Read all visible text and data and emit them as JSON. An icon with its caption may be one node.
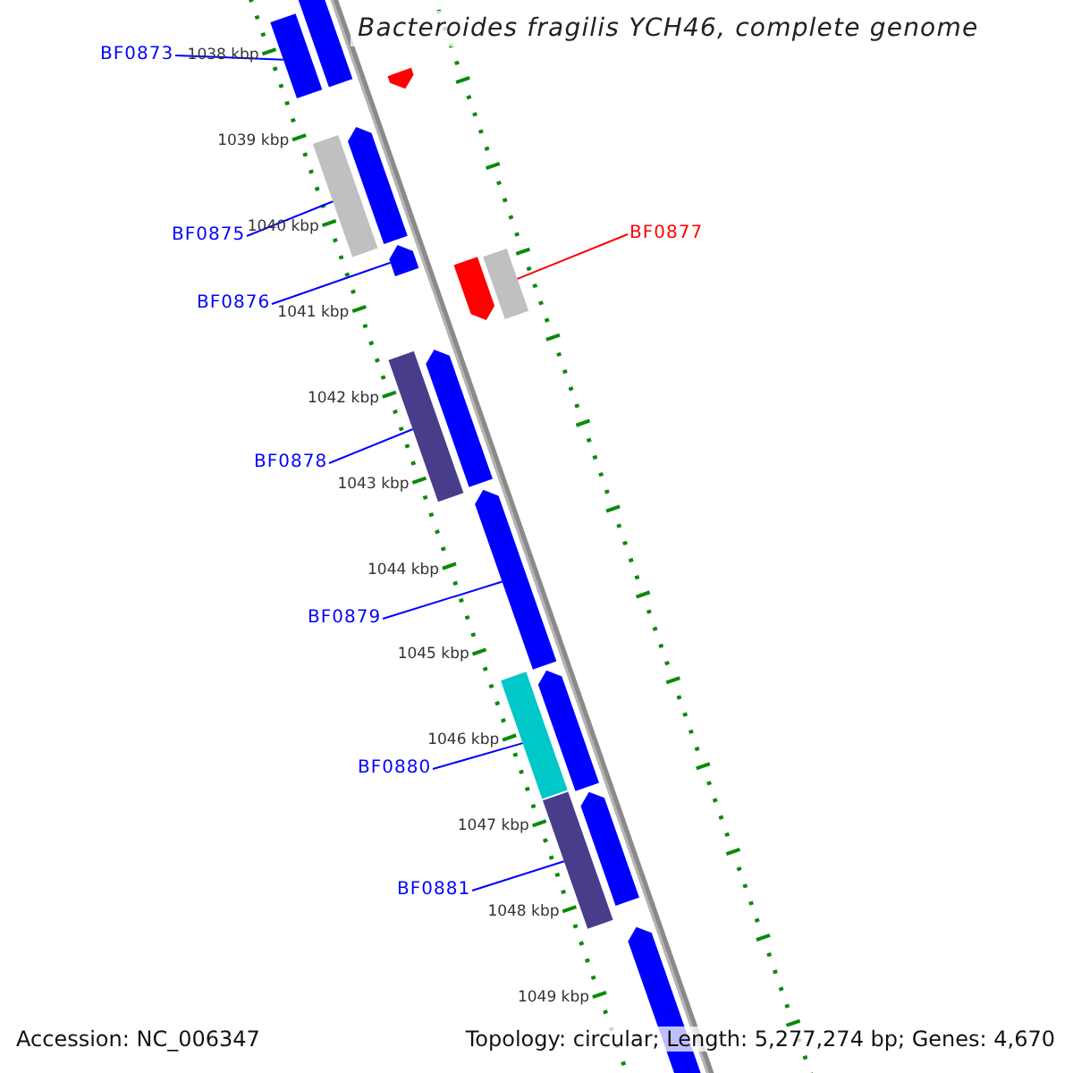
{
  "diagram": {
    "title": "Bacteroides fragilis YCH46, complete genome",
    "nodes": [
      {
        "text": [
          "BF0873"
        ]
      },
      {
        "text": [
          "BF0875"
        ]
      },
      {
        "text": [
          "BF0876"
        ]
      },
      {
        "text": [
          "BF0877"
        ]
      },
      {
        "text": [
          "BF0878"
        ]
      },
      {
        "text": [
          "BF0879"
        ]
      },
      {
        "text": [
          "BF0880"
        ]
      },
      {
        "text": [
          "BF0881"
        ]
      },
      {
        "text": [],
        "shape": "bar"
      },
      {
        "text": [],
        "shape": "bar"
      },
      {
        "text": [],
        "shape": "bar"
      },
      {
        "text": [],
        "shape": "bar"
      },
      {
        "text": [],
        "shape": "bar"
      },
      {
        "text": [],
        "shape": "bar"
      },
      {
        "text": [],
        "shape": "bar"
      },
      {
        "text": [],
        "shape": "bar"
      }
    ],
    "edges": [
      {
        "from": 0,
        "to": 8,
        "arrow": "none"
      },
      {
        "from": 1,
        "to": 9,
        "arrow": "none"
      },
      {
        "from": 2,
        "to": 10,
        "arrow": "none"
      },
      {
        "from": 3,
        "to": 11,
        "arrow": "none",
        "color": "#ff0000"
      },
      {
        "from": 4,
        "to": 12,
        "arrow": "none"
      },
      {
        "from": 5,
        "to": 13,
        "arrow": "none"
      },
      {
        "from": 6,
        "to": 14,
        "arrow": "none"
      },
      {
        "from": 7,
        "to": 15,
        "arrow": "none"
      }
    ],
    "labels": [
      "1038 kbp",
      "1039 kbp",
      "1040 kbp",
      "1041 kbp",
      "1042 kbp",
      "1043 kbp",
      "1044 kbp",
      "1045 kbp",
      "1046 kbp",
      "1047 kbp",
      "1048 kbp",
      "1049 kbp",
      "Accession: NC_006347",
      "Topology: circular; Length: 5,277,274 bp; Genes: 4,670"
    ]
  }
}
